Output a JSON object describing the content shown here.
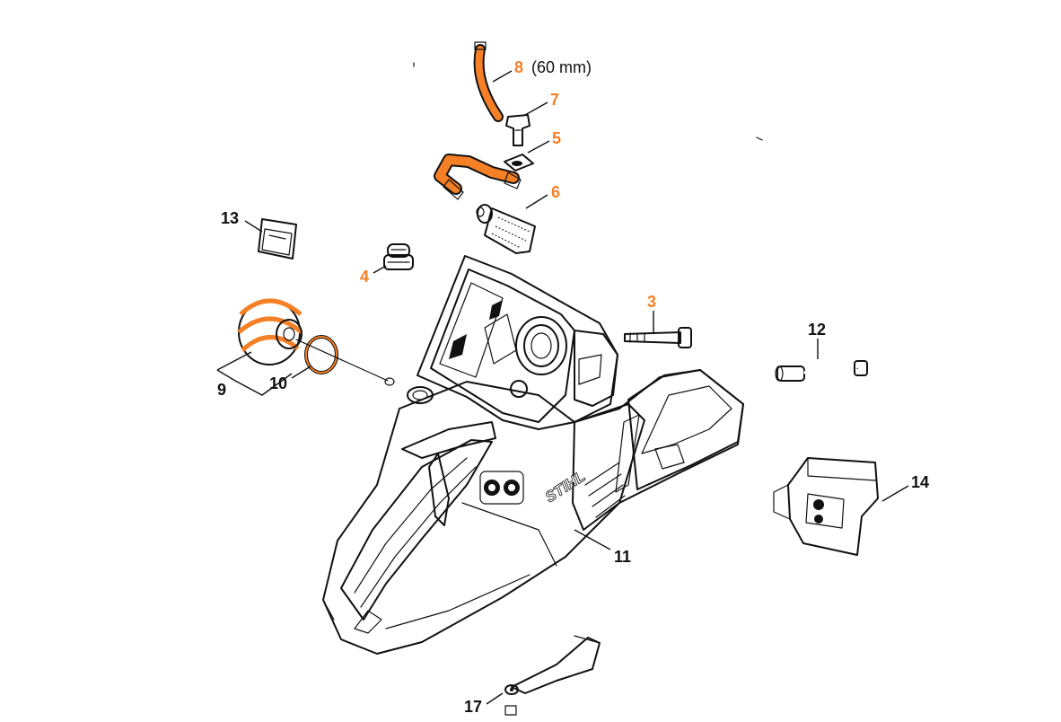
{
  "colors": {
    "orange": "#f58025",
    "ink": "#111111",
    "grey": "#b5b5b5",
    "white": "#ffffff"
  },
  "brand": "STIHL",
  "callouts": {
    "p8": "8",
    "p8_note": "(60 mm)",
    "p7": "7",
    "p5": "5",
    "p6": "6",
    "p13": "13",
    "p4": "4",
    "p3": "3",
    "p12": "12",
    "p9": "9",
    "p10": "10",
    "p11": "11",
    "p14": "14",
    "p17": "17"
  }
}
